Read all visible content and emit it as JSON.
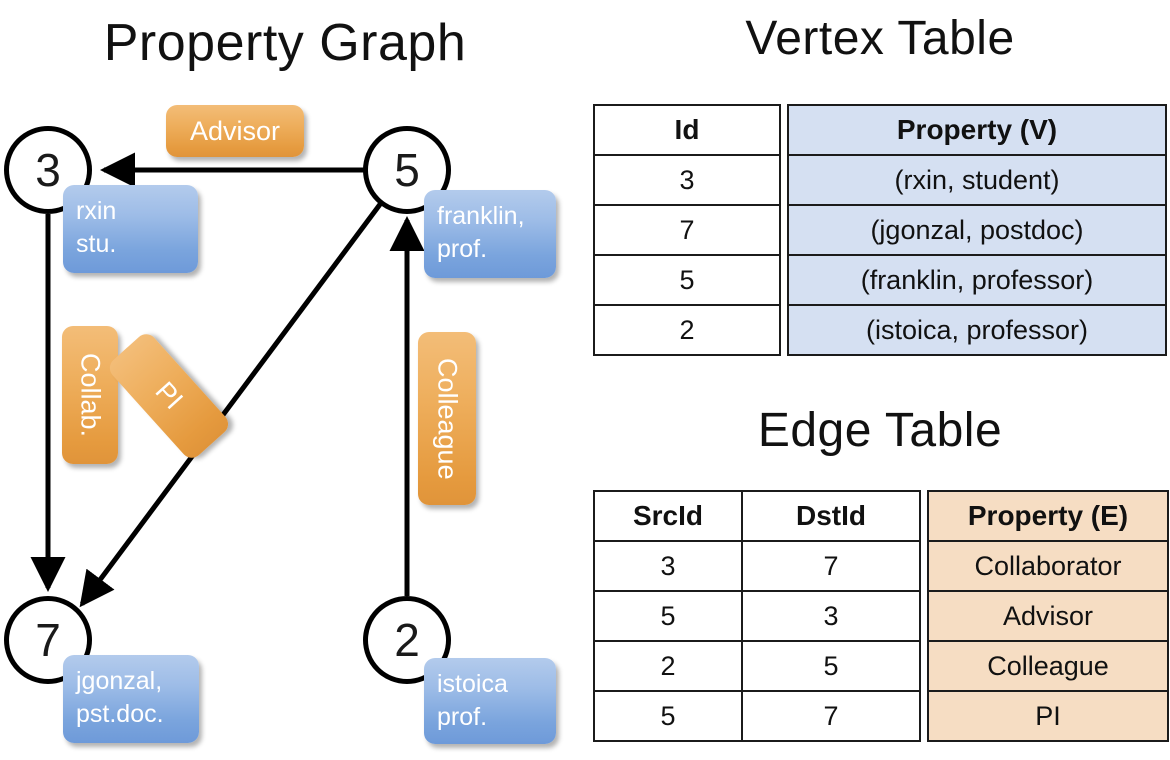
{
  "titles": {
    "graph": "Property Graph",
    "vertex_table": "Vertex Table",
    "edge_table": "Edge Table"
  },
  "colors": {
    "vertex_property_fill": "#d5e0f2",
    "edge_property_fill": "#f6ddc3",
    "vertex_badge": "#7aa4dd",
    "edge_badge": "#eeae5c",
    "stroke": "#000000",
    "background": "#ffffff"
  },
  "graph": {
    "nodes": [
      {
        "id": "3",
        "property_line1": "rxin",
        "property_line2": "stu."
      },
      {
        "id": "5",
        "property_line1": "franklin,",
        "property_line2": "prof."
      },
      {
        "id": "7",
        "property_line1": "jgonzal,",
        "property_line2": "pst.doc."
      },
      {
        "id": "2",
        "property_line1": "istoica",
        "property_line2": "prof."
      }
    ],
    "edge_labels": [
      {
        "label": "Advisor",
        "from": "5",
        "to": "3"
      },
      {
        "label": "Collab.",
        "from": "3",
        "to": "7"
      },
      {
        "label": "PI",
        "from": "5",
        "to": "7"
      },
      {
        "label": "Colleague",
        "from": "2",
        "to": "5"
      }
    ]
  },
  "vertex_table": {
    "headers": [
      "Id",
      "Property (V)"
    ],
    "rows": [
      {
        "id": "3",
        "property": "(rxin, student)"
      },
      {
        "id": "7",
        "property": "(jgonzal, postdoc)"
      },
      {
        "id": "5",
        "property": "(franklin, professor)"
      },
      {
        "id": "2",
        "property": "(istoica, professor)"
      }
    ]
  },
  "edge_table": {
    "headers": [
      "SrcId",
      "DstId",
      "Property (E)"
    ],
    "rows": [
      {
        "src": "3",
        "dst": "7",
        "property": "Collaborator"
      },
      {
        "src": "5",
        "dst": "3",
        "property": "Advisor"
      },
      {
        "src": "2",
        "dst": "5",
        "property": "Colleague"
      },
      {
        "src": "5",
        "dst": "7",
        "property": "PI"
      }
    ]
  }
}
